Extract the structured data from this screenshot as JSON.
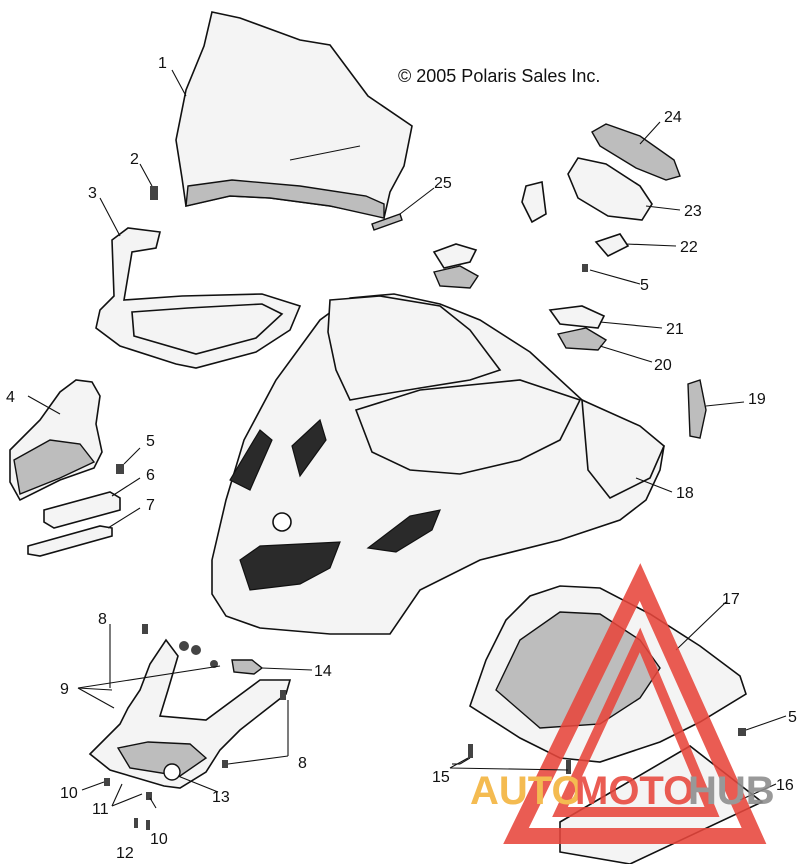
{
  "copyright": "© 2005 Polaris Sales Inc.",
  "watermark": {
    "auto": "AUTO",
    "moto": "MOTO",
    "hub": "HUB",
    "colors": {
      "triangle": "#e8463c",
      "auto": "#f3b23a",
      "moto": "#e8463c",
      "hub": "#8c8c8c"
    }
  },
  "callouts": [
    "1",
    "2",
    "3",
    "4",
    "5",
    "6",
    "7",
    "8",
    "9",
    "10",
    "11",
    "12",
    "13",
    "14",
    "15",
    "16",
    "17",
    "18",
    "19",
    "20",
    "21",
    "22",
    "23",
    "24",
    "25"
  ],
  "labels": {
    "l1": "1",
    "l2": "2",
    "l3": "3",
    "l4": "4",
    "l5a": "5",
    "l5b": "5",
    "l5c": "5",
    "l6": "6",
    "l7": "7",
    "l8a": "8",
    "l8b": "8",
    "l9": "9",
    "l10a": "10",
    "l10b": "10",
    "l11": "11",
    "l12": "12",
    "l13": "13",
    "l14": "14",
    "l15": "15",
    "l16": "16",
    "l17": "17",
    "l18": "18",
    "l19": "19",
    "l20": "20",
    "l21": "21",
    "l22": "22",
    "l23": "23",
    "l24": "24",
    "l25": "25"
  }
}
